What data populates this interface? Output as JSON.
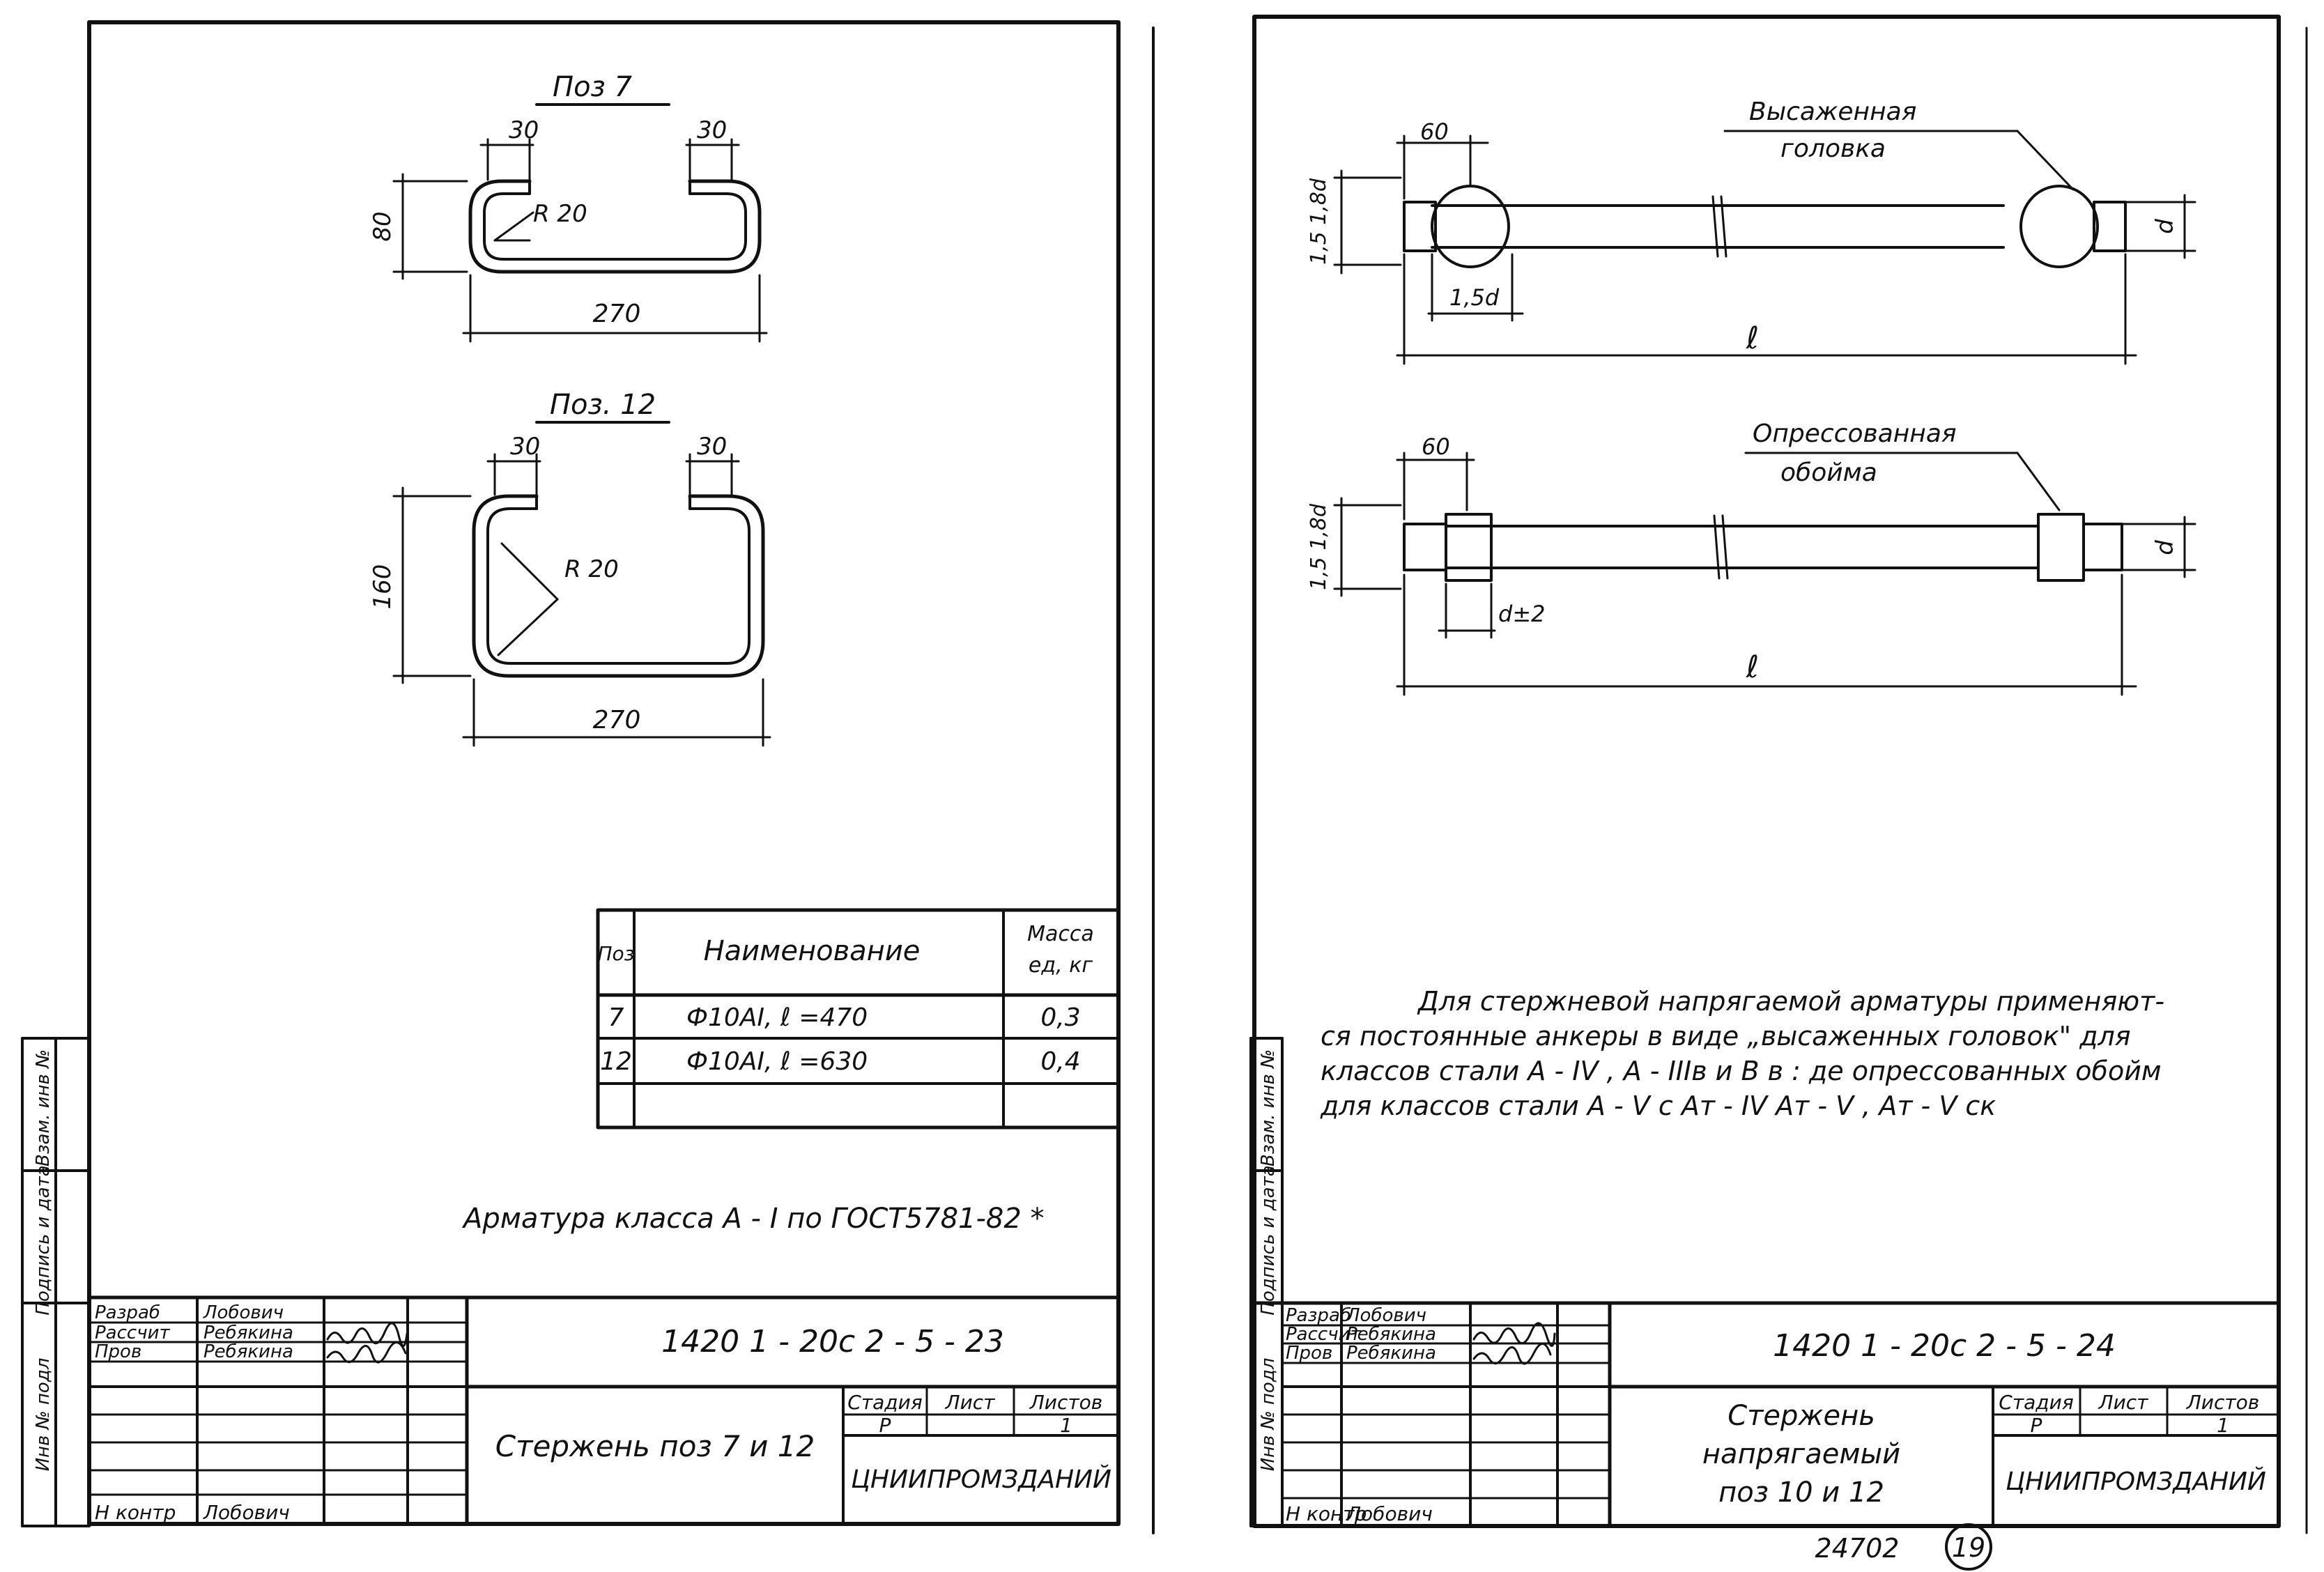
{
  "left_sheet": {
    "pos7": {
      "title": "Поз 7",
      "dim_left": "30",
      "dim_right": "30",
      "dim_height": "80",
      "radius": "R 20",
      "dim_width": "270"
    },
    "pos12": {
      "title": "Поз. 12",
      "dim_left": "30",
      "dim_right": "30",
      "dim_height": "160",
      "radius": "R 20",
      "dim_width": "270"
    },
    "spec_table": {
      "headers": [
        "Поз",
        "Наименование",
        "Масса",
        "ед, кг"
      ],
      "rows": [
        {
          "pos": "7",
          "name": "Ф10АI, ℓ =470",
          "mass": "0,3"
        },
        {
          "pos": "12",
          "name": "Ф10АI, ℓ =630",
          "mass": "0,4"
        }
      ]
    },
    "note": "Арматура класса А - I по ГОСТ5781-82 *",
    "title_block": {
      "roles": [
        "Разраб",
        "Рассчит",
        "Пров",
        "Н контр"
      ],
      "names": [
        "Лобович",
        "Ребякина",
        "Ребякина",
        "Лобович"
      ],
      "code": "1420 1 - 20с 2 - 5 - 23",
      "title": "Стержень поз 7 и 12",
      "stage_label": "Стадия",
      "sheet_label": "Лист",
      "sheets_label": "Листов",
      "stage": "Р",
      "sheets": "1",
      "org": "ЦНИИПРОМЗДАНИЙ"
    }
  },
  "right_sheet": {
    "rod1": {
      "label_line1": "Высаженная",
      "label_line2": "головка",
      "dim_top": "60",
      "dim_side": "1,5 1,8d",
      "dim_bottom": "1,5d",
      "dim_d": "d",
      "dim_length": "ℓ"
    },
    "rod2": {
      "label_line1": "Опрессованная",
      "label_line2": "обойма",
      "dim_top": "60",
      "dim_side": "1,5 1,8d",
      "dim_bottom": "d±2",
      "dim_d": "d",
      "dim_length": "ℓ"
    },
    "paragraph": [
      "Для стержневой напрягаемой арматуры применяют-",
      "ся постоянные анкеры в виде „высаженных головок\" для",
      "классов стали А - IV , А - IIIв и В в : де опрессованных обойм",
      "для классов стали А - V с Ат - IV Ат - V , Ат - V ск"
    ],
    "title_block": {
      "roles": [
        "Разраб",
        "Рассчит",
        "Пров",
        "Н контр"
      ],
      "names": [
        "Лобович",
        "Ребякина",
        "Ребякина",
        "Лобович"
      ],
      "code": "1420 1 - 20с 2 - 5 - 24",
      "title_line1": "Стержень",
      "title_line2": "напрягаемый",
      "title_line3": "поз 10 и 12",
      "stage_label": "Стадия",
      "sheet_label": "Лист",
      "sheets_label": "Листов",
      "stage": "Р",
      "sheets": "1",
      "org": "ЦНИИПРОМЗДАНИЙ"
    },
    "archive_number": "24702",
    "page_number": "19"
  },
  "side_stamp": {
    "inv_sub": "Инв № подл",
    "sign_date": "Подпись и дата",
    "inv_replace": "Взам. инв №"
  }
}
